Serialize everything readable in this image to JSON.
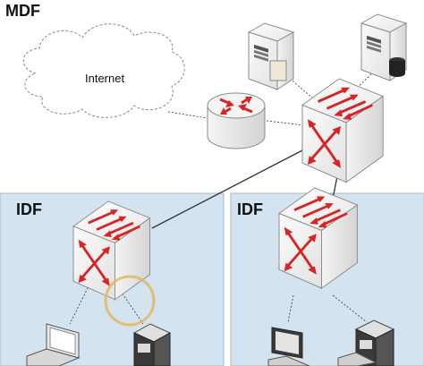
{
  "zones": {
    "mdf": {
      "label": "MDF"
    },
    "idf_left": {
      "label": "IDF"
    },
    "idf_right": {
      "label": "IDF"
    }
  },
  "internet": {
    "label": "Internet"
  },
  "colors": {
    "idf_background": "#d3e3f0",
    "mdf_background": "#ffffff",
    "arrow_red": "#d72424",
    "device_gray": "#e9e9e9",
    "highlight_ring": "#e0b860"
  },
  "icons": [
    "cloud-icon",
    "router-icon",
    "switch-icon",
    "server-icon",
    "laptop-icon",
    "desktop-icon"
  ]
}
